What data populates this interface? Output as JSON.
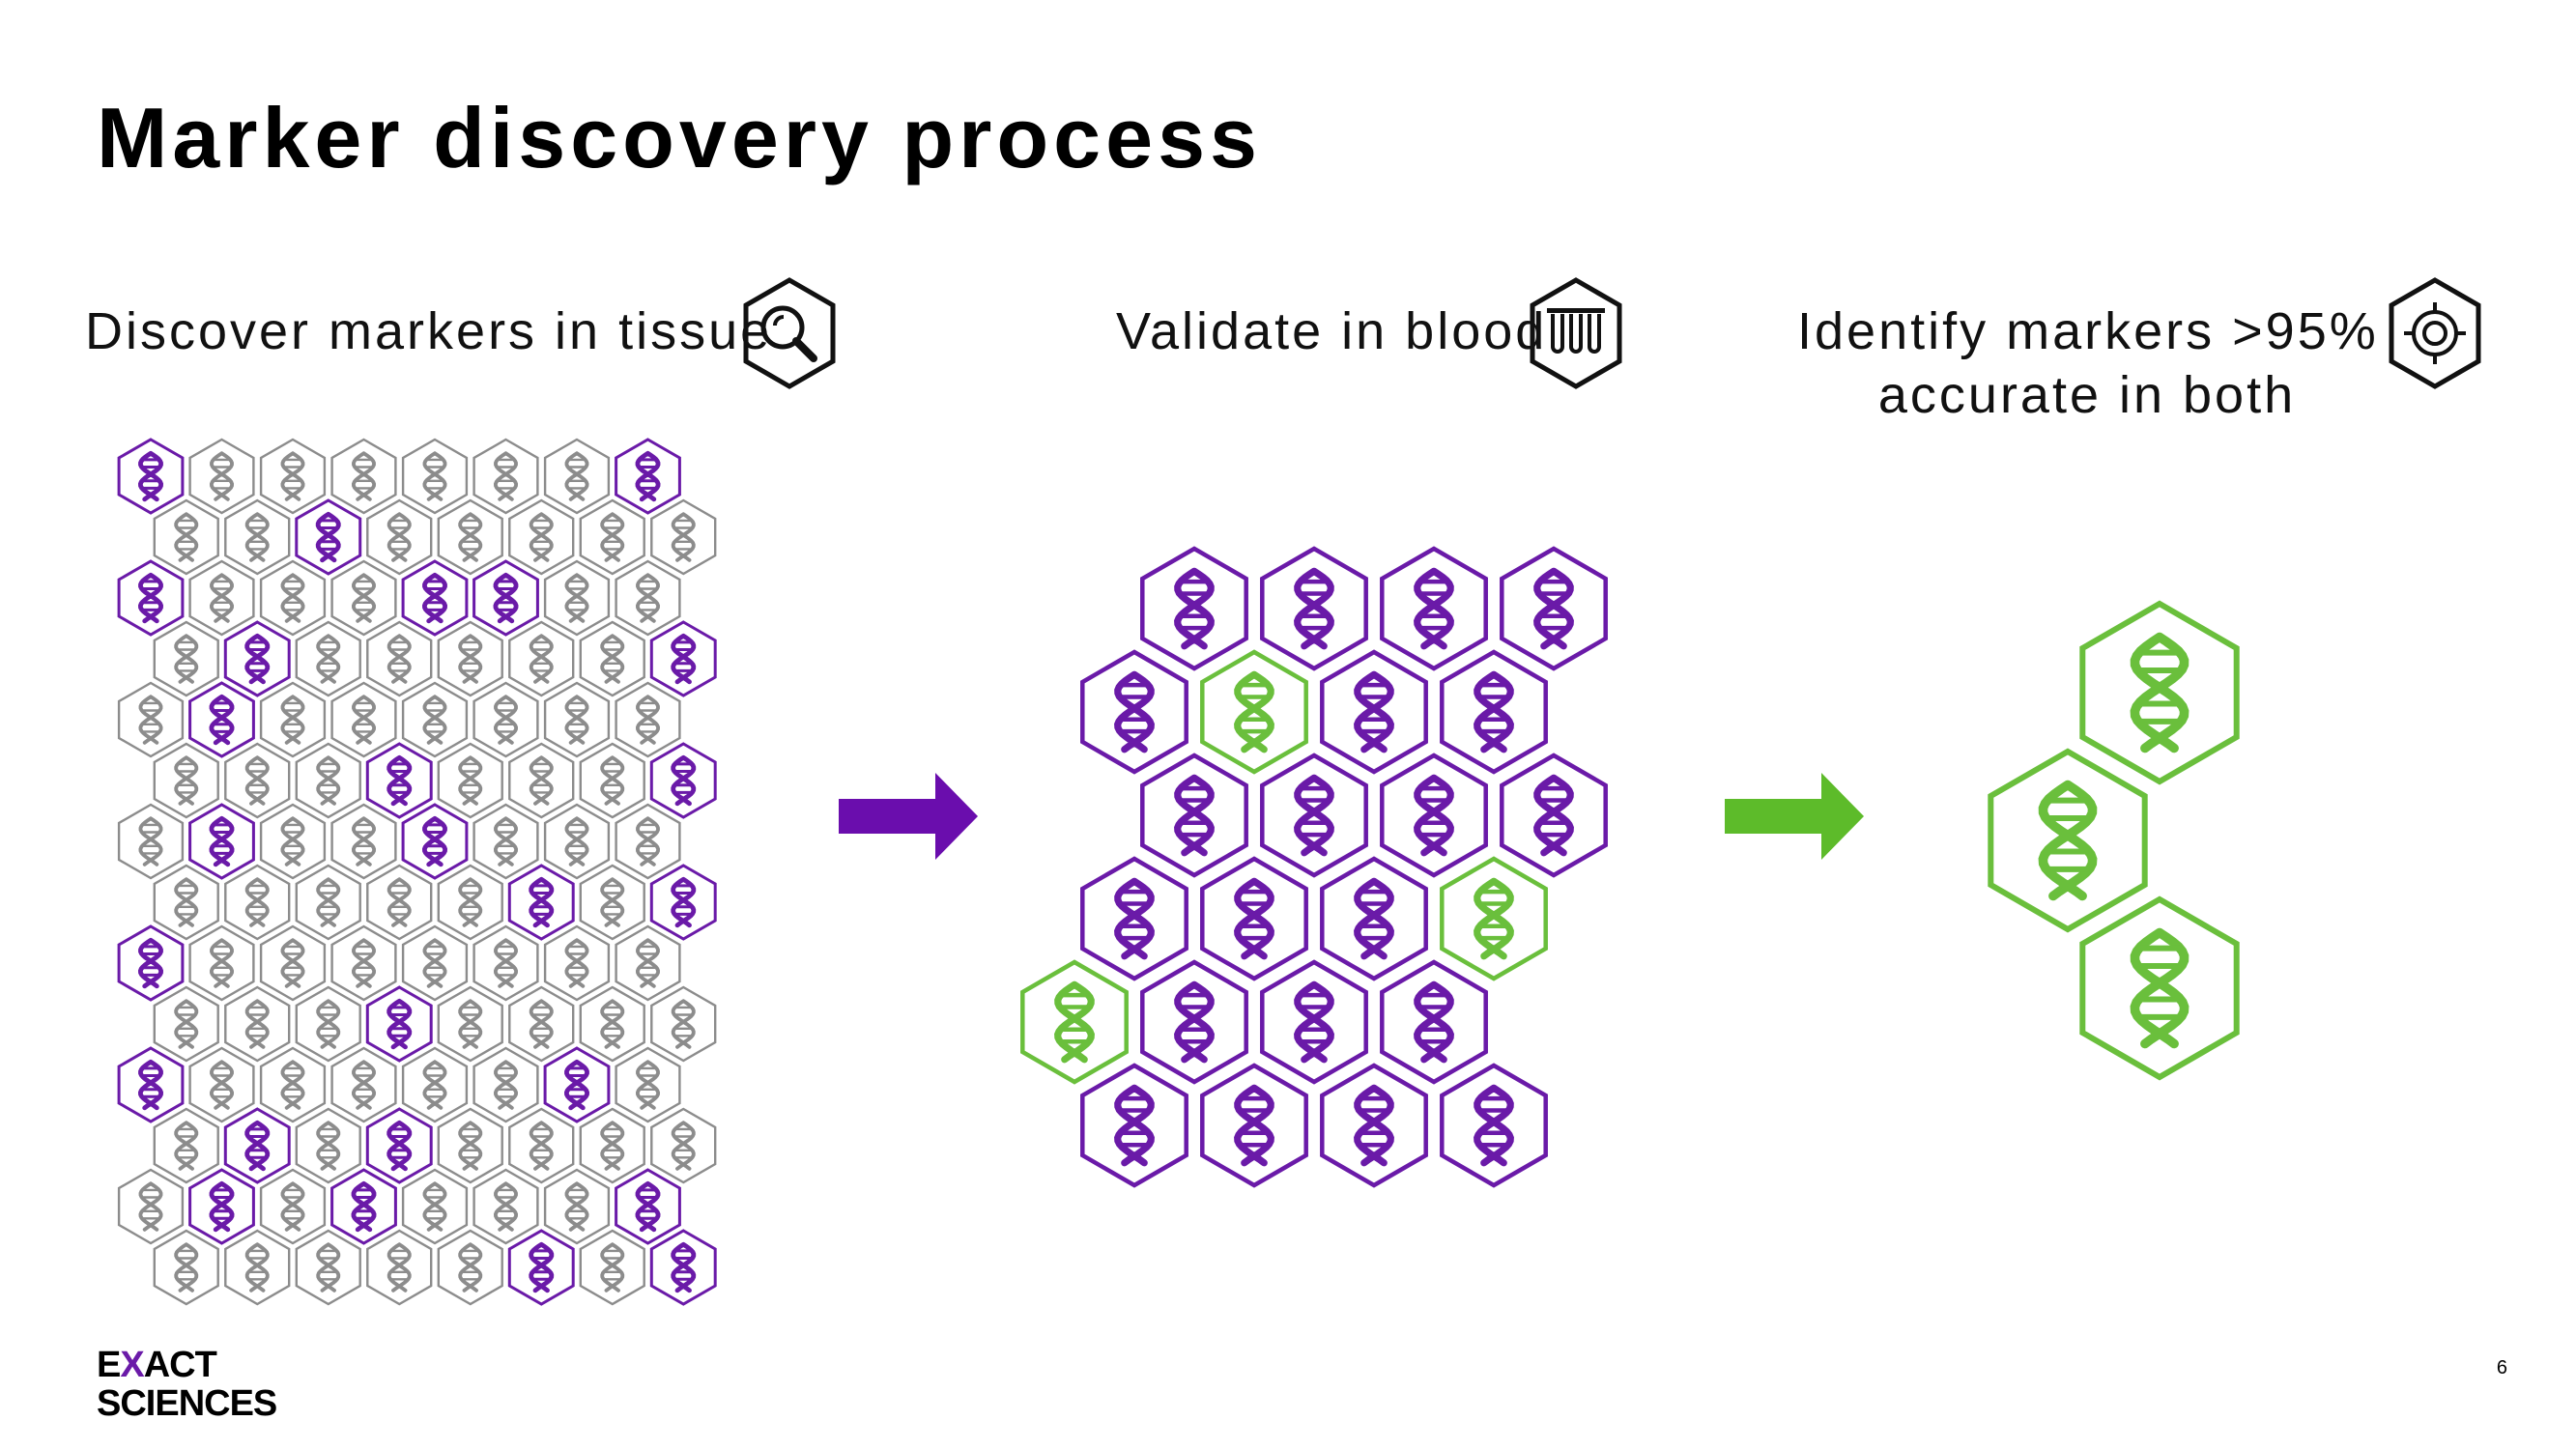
{
  "title": "Marker discovery process",
  "steps": [
    {
      "label": "Discover markers in tissue",
      "icon": "magnifier-icon"
    },
    {
      "label": "Validate in blood",
      "icon": "test-tubes-icon"
    },
    {
      "label_lines": [
        "Identify markers >95%",
        "accurate in both"
      ],
      "icon": "target-icon"
    }
  ],
  "arrows": [
    {
      "icon": "right-arrow-icon",
      "color": "#6a0dad"
    },
    {
      "icon": "right-arrow-icon",
      "color": "#5dbb2a"
    }
  ],
  "tissue_grid": {
    "rows": 14,
    "cols": 8,
    "cell_icon": "dna-icon",
    "highlighted_cells": [
      [
        0,
        0
      ],
      [
        0,
        7
      ],
      [
        1,
        2
      ],
      [
        2,
        0
      ],
      [
        2,
        4
      ],
      [
        2,
        5
      ],
      [
        3,
        1
      ],
      [
        3,
        7
      ],
      [
        4,
        1
      ],
      [
        5,
        3
      ],
      [
        5,
        7
      ],
      [
        6,
        1
      ],
      [
        6,
        4
      ],
      [
        7,
        5
      ],
      [
        7,
        7
      ],
      [
        8,
        0
      ],
      [
        9,
        3
      ],
      [
        10,
        0
      ],
      [
        10,
        6
      ],
      [
        11,
        1
      ],
      [
        11,
        3
      ],
      [
        12,
        1
      ],
      [
        12,
        3
      ],
      [
        12,
        7
      ],
      [
        13,
        5
      ],
      [
        13,
        7
      ]
    ]
  },
  "blood_cluster": {
    "cells_per_row": [
      4,
      4,
      4,
      4,
      4,
      4
    ],
    "green_cells": [
      [
        1,
        1
      ],
      [
        3,
        3
      ],
      [
        4,
        0
      ]
    ],
    "cell_icon": "dna-icon"
  },
  "final_markers": {
    "count": 3,
    "cell_icon": "dna-icon"
  },
  "colors": {
    "purple": "#6a1aa8",
    "green": "#6abf3c",
    "gray": "#8c8c8c",
    "text": "#111111"
  },
  "logo": {
    "line1_a": "E",
    "line1_x": "X",
    "line1_b": "ACT",
    "line2": "SCIENCES"
  },
  "page_number": "6"
}
